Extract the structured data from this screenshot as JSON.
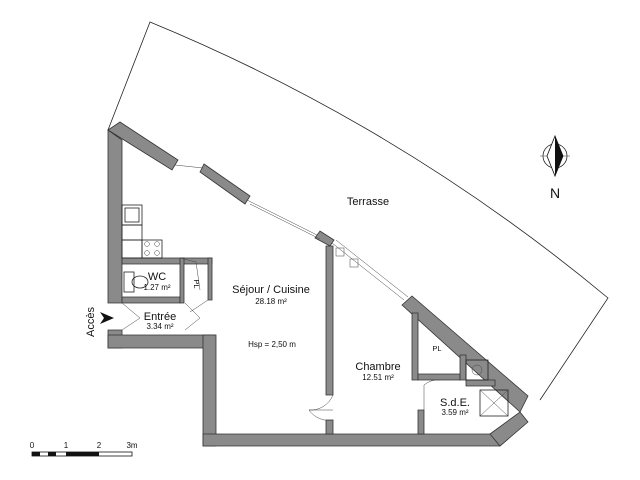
{
  "rooms": {
    "terrasse": {
      "name": "Terrasse"
    },
    "sejour": {
      "name": "Séjour / Cuisine",
      "area": "28.18 m²"
    },
    "hsp": "Hsp = 2,50 m",
    "wc": {
      "name": "WC",
      "area": "1.27 m²"
    },
    "entree": {
      "name": "Entrée",
      "area": "3.34 m²"
    },
    "chambre": {
      "name": "Chambre",
      "area": "12.51 m²"
    },
    "sde": {
      "name": "S.d.E.",
      "area": "3.59 m²"
    },
    "pl_wc": "PL",
    "pl_chambre": "PL"
  },
  "acces": "Accès",
  "north": "N",
  "scale": {
    "labels": [
      "0",
      "1",
      "2",
      "3m"
    ]
  },
  "colors": {
    "wall": "#8a8a8a",
    "line": "#222222"
  }
}
